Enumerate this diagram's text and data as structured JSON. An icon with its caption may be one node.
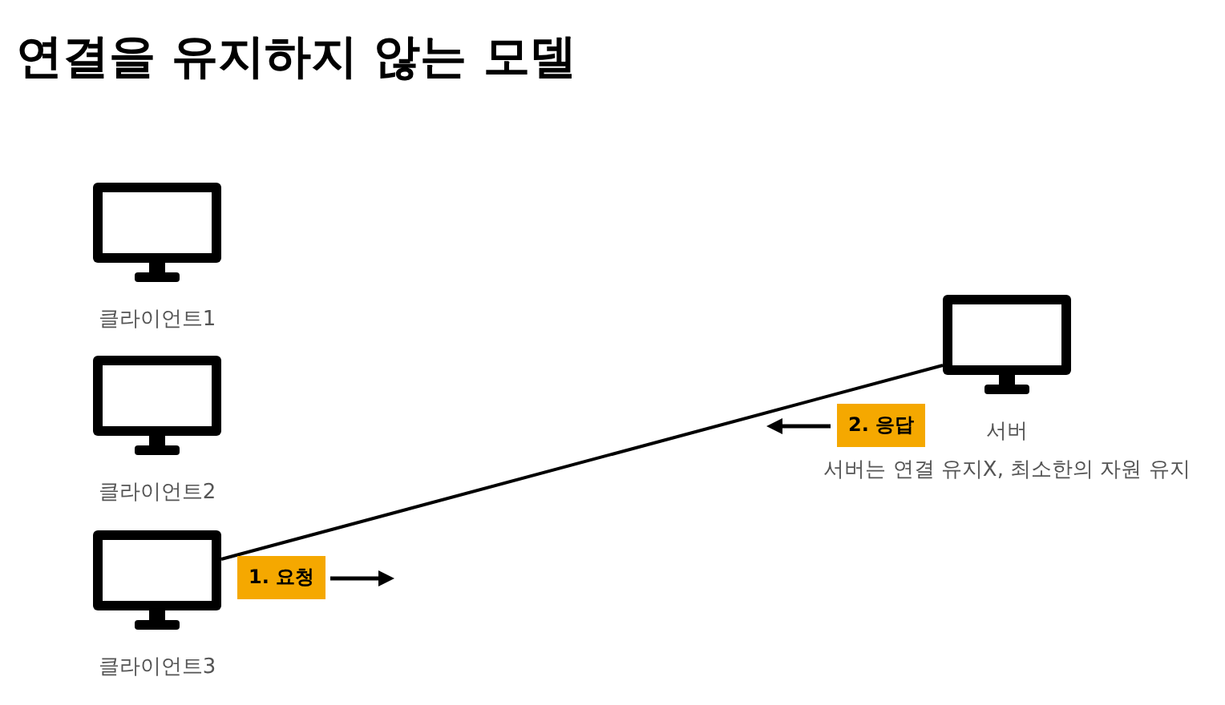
{
  "diagram": {
    "title": "연결을 유지하지 않는 모델",
    "nodes": [
      {
        "text": [
          "클라이언트1"
        ]
      },
      {
        "text": [
          "클라이언트2"
        ]
      },
      {
        "text": [
          "클라이언트3"
        ]
      },
      {
        "text": [
          "서버"
        ],
        "beside": [
          "서버는 연결 유지X, 최소한의 자원 유지"
        ]
      }
    ],
    "edges": [
      {
        "from": 2,
        "to": 3,
        "arrow": "none"
      }
    ],
    "labels": [
      "1. 요청",
      "2. 응답"
    ]
  }
}
